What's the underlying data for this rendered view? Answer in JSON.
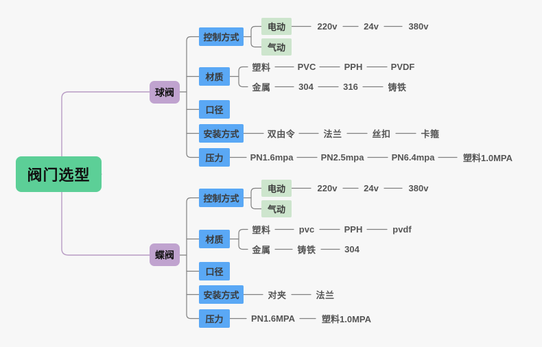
{
  "meta": {
    "title": "阀门选型",
    "background_color": "#f7f7f7",
    "root_color": "#5ccf97",
    "branch_color": "#c0a3cf",
    "topic_color": "#5aa8f5",
    "sub_color": "#cde5cd",
    "leaf_text_color": "#555555",
    "root_wire_color": "#b89cc4",
    "wire_color": "#808080"
  },
  "root": {
    "label": "阀门选型"
  },
  "branches": [
    {
      "label": "球阀",
      "topics": [
        {
          "label": "控制方式",
          "subs": [
            {
              "label": "电动",
              "leaves": [
                "220v",
                "24v",
                "380v"
              ]
            },
            {
              "label": "气动",
              "leaves": []
            }
          ]
        },
        {
          "label": "材质",
          "subs": [
            {
              "label": "塑料",
              "leaves": [
                "PVC",
                "PPH",
                "PVDF"
              ]
            },
            {
              "label": "金属",
              "leaves": [
                "304",
                "316",
                "铸铁"
              ]
            }
          ]
        },
        {
          "label": "口径",
          "subs": []
        },
        {
          "label": "安装方式",
          "leaves": [
            "双由令",
            "法兰",
            "丝扣",
            "卡箍"
          ]
        },
        {
          "label": "压力",
          "leaves": [
            "PN1.6mpa",
            "PN2.5mpa",
            "PN6.4mpa",
            "塑料1.0MPA"
          ]
        }
      ]
    },
    {
      "label": "蝶阀",
      "topics": [
        {
          "label": "控制方式",
          "subs": [
            {
              "label": "电动",
              "leaves": [
                "220v",
                "24v",
                "380v"
              ]
            },
            {
              "label": "气动",
              "leaves": []
            }
          ]
        },
        {
          "label": "材质",
          "subs": [
            {
              "label": "塑料",
              "leaves": [
                "pvc",
                "PPH",
                "pvdf"
              ]
            },
            {
              "label": "金属",
              "leaves": [
                "铸铁",
                "304"
              ]
            }
          ]
        },
        {
          "label": "口径",
          "subs": []
        },
        {
          "label": "安装方式",
          "leaves": [
            "对夹",
            "法兰"
          ]
        },
        {
          "label": "压力",
          "leaves": [
            "PN1.6MPA",
            "塑料1.0MPA"
          ]
        }
      ]
    }
  ]
}
